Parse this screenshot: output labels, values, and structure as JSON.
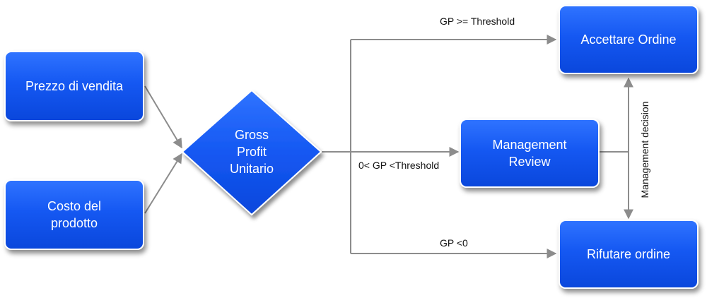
{
  "nodes": {
    "prezzo": "Prezzo di vendita",
    "costo": "Costo del\nprodotto",
    "gross": "Gross\nProfit\nUnitario",
    "review": "Management\nReview",
    "accettare": "Accettare Ordine",
    "rifiutare": "Rifutare ordine"
  },
  "edges": {
    "top": "GP >= Threshold",
    "middle": "0< GP <Threshold",
    "bottom": "GP <0",
    "vertical": "Management decision"
  },
  "colors": {
    "node_fill": "#1558f2",
    "line": "#8c8c8c"
  }
}
